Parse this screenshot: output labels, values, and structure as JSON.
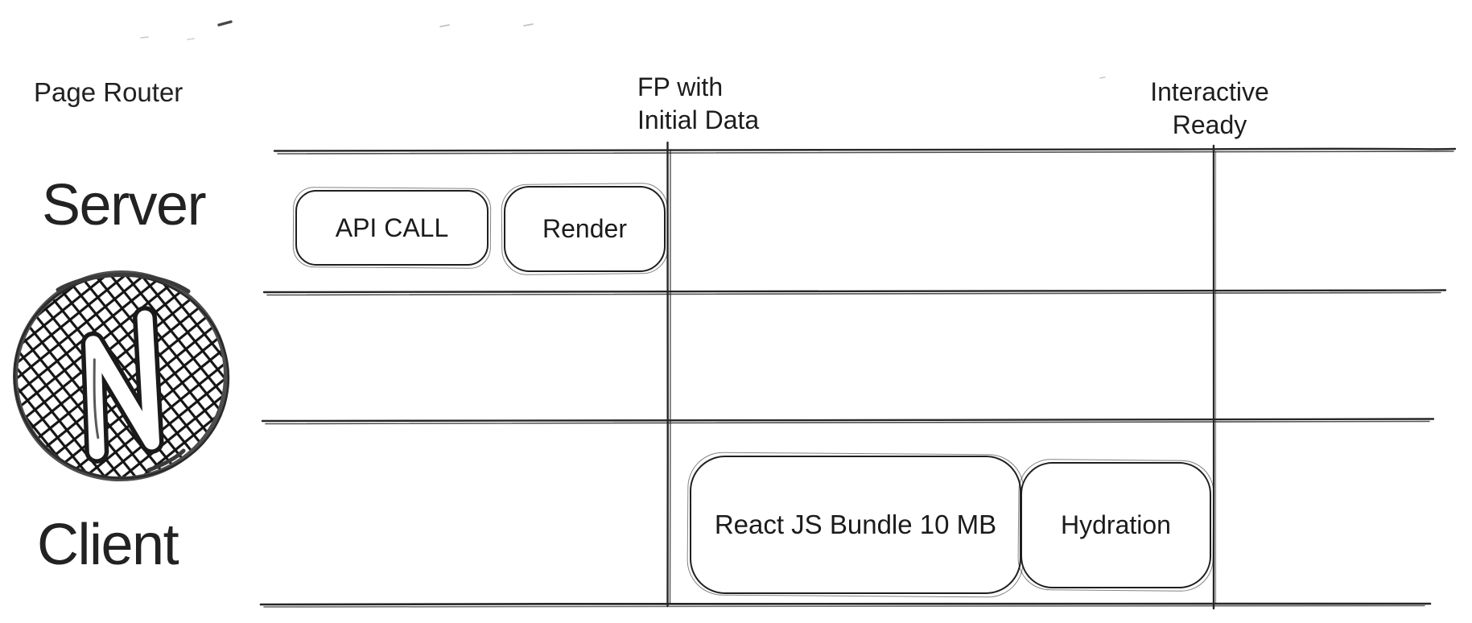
{
  "diagram": {
    "page_title": "Page Router",
    "lanes": {
      "server": "Server",
      "client": "Client"
    },
    "logo": {
      "icon": "nextjs-sketch-logo",
      "letter": "N"
    },
    "milestones": [
      {
        "id": "first-paint",
        "line1": "FP with",
        "line2": "Initial Data"
      },
      {
        "id": "interactive-ready",
        "line1": "Interactive",
        "line2": "Ready"
      }
    ],
    "server_boxes": [
      {
        "label": "API CALL"
      },
      {
        "label": "Render"
      }
    ],
    "client_boxes": [
      {
        "label": "React JS Bundle 10 MB"
      },
      {
        "label": "Hydration"
      }
    ],
    "colors": {
      "stroke": "#262626",
      "text": "#1d1d1d",
      "background": "#ffffff"
    }
  }
}
